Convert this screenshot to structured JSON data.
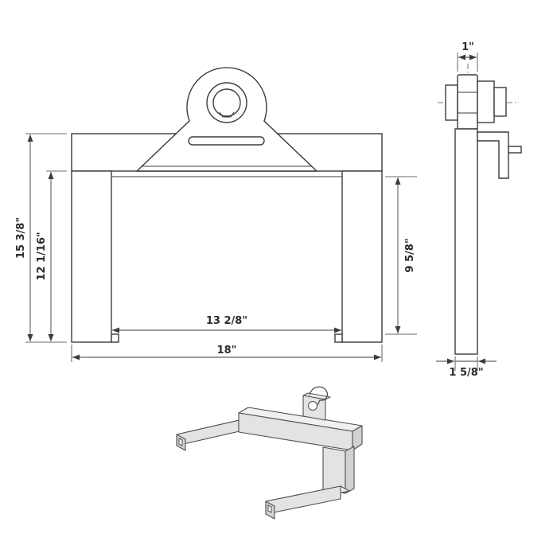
{
  "page": {
    "background": "#ffffff",
    "line_color": "#3b3b3b"
  },
  "front_view": {
    "dims": {
      "overall_height": "15 3/8\"",
      "leg_height": "12 1/16\"",
      "opening_height": "9 5/8\"",
      "inner_width": "13 2/8\"",
      "overall_width": "18\""
    }
  },
  "side_view": {
    "dims": {
      "eye_thickness": "1\"",
      "plate_width": "1 5/8\""
    }
  }
}
